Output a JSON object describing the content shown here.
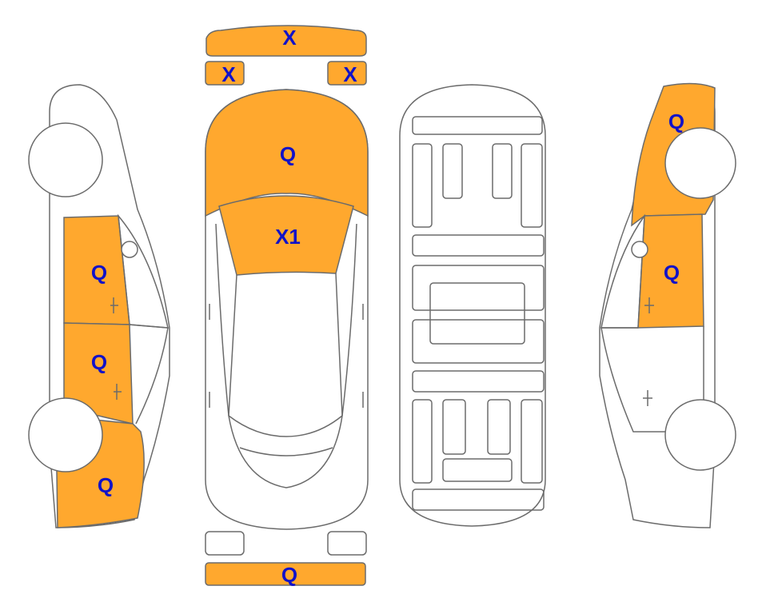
{
  "colors": {
    "damage": "#FFA82E",
    "label": "#1212C8",
    "outline": "#6B6B6B"
  },
  "top_view": {
    "windshield_strip": "X",
    "mirror_left": "X",
    "mirror_right": "X",
    "hood": "Q",
    "windshield": "X1",
    "rear_bumper": "Q"
  },
  "left_side": {
    "front_door": "Q",
    "rear_door": "Q",
    "rear_quarter": "Q"
  },
  "right_side": {
    "front_fender": "Q",
    "front_door": "Q"
  }
}
